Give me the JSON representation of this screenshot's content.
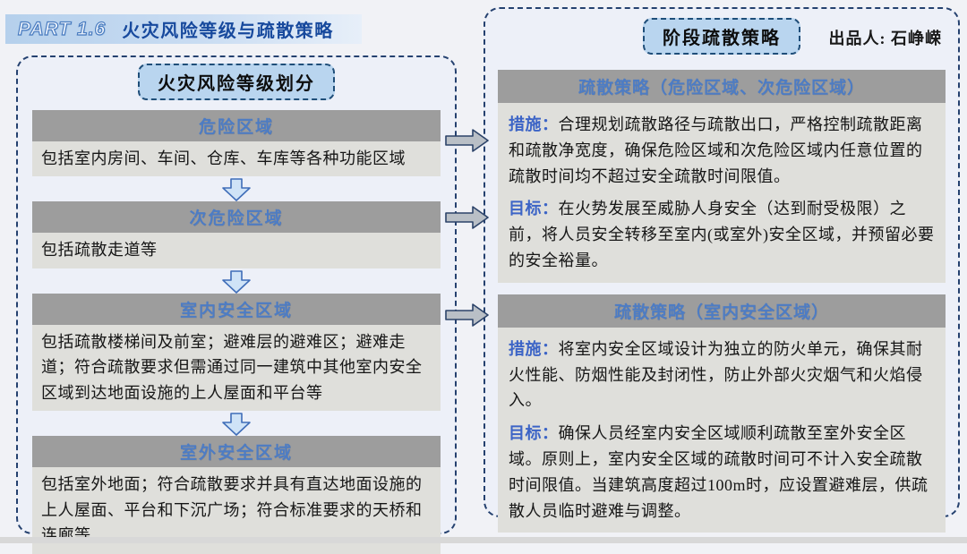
{
  "page": {
    "part_label": "PART 1.6",
    "part_title": "火灾风险等级与疏散策略",
    "author": "出品人: 石峥嵘"
  },
  "left_panel": {
    "title": "火灾风险等级划分",
    "sections": [
      {
        "heading": "危险区域",
        "body": "包括室内房间、车间、仓库、车库等各种功能区域"
      },
      {
        "heading": "次危险区域",
        "body": "包括疏散走道等"
      },
      {
        "heading": "室内安全区域",
        "body": "包括疏散楼梯间及前室；避难层的避难区；避难走道；符合疏散要求但需通过同一建筑中其他室内安全区域到达地面设施的上人屋面和平台等"
      },
      {
        "heading": "室外安全区域",
        "body": "包括室外地面；符合疏散要求并具有直达地面设施的上人屋面、平台和下沉广场；符合标准要求的天桥和连廊等"
      }
    ]
  },
  "right_panel": {
    "title": "阶段疏散策略",
    "strategies": [
      {
        "heading": "疏散策略（危险区域、次危险区域）",
        "measure_label": "措施：",
        "measure": "合理规划疏散路径与疏散出口，严格控制疏散距离和疏散净宽度，确保危险区域和次危险区域内任意位置的疏散时间均不超过安全疏散时间限值。",
        "goal_label": "目标：",
        "goal": "在火势发展至威胁人身安全（达到耐受极限）之前，将人员安全转移至室内(或室外)安全区域，并预留必要的安全裕量。"
      },
      {
        "heading": "疏散策略（室内安全区域）",
        "measure_label": "措施：",
        "measure": "将室内安全区域设计为独立的防火单元，确保其耐火性能、防烟性能及封闭性，防止外部火灾烟气和火焰侵入。",
        "goal_label": "目标：",
        "goal": "确保人员经室内安全区域顺利疏散至室外安全区域。原则上，室内安全区域的疏散时间可不计入安全疏散时间限值。当建筑高度超过100m时，应设置避难层，供疏散人员临时避难与调整。"
      }
    ]
  },
  "icons": {
    "down_arrow": "block-arrow-down",
    "right_arrow": "block-arrow-right"
  },
  "colors": {
    "panel_border": "#25416f",
    "panel_fill": "#edf0f8",
    "section_header_bg": "#9d9d9d",
    "section_header_text": "#4d7cc4",
    "section_body_bg": "#dfdfdb",
    "title_chip_bg": "#b9d5ef",
    "label_blue": "#3c64c6",
    "down_arrow_fill": "#cfe3f7",
    "right_arrow_fill": "#b9bfc6",
    "part_band_bg": "#b5d0ec",
    "part_title_text": "#17499d"
  }
}
